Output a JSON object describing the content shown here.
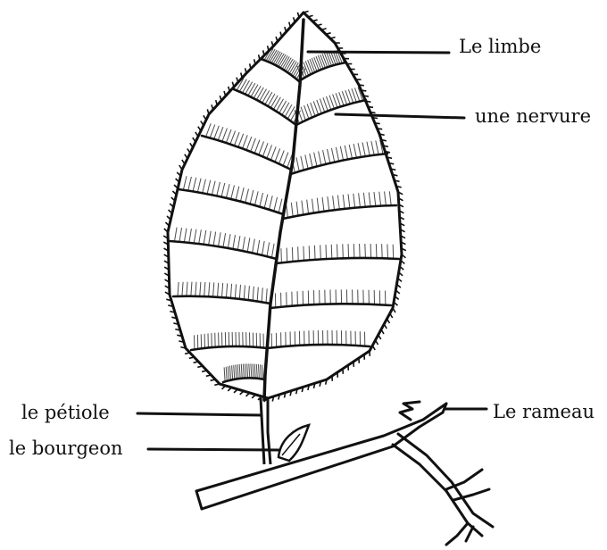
{
  "labels": {
    "limbe": "Le limbe",
    "nervure": "une nervure",
    "rameau": "Le rameau",
    "petiole": "le pétiole",
    "bourgeon": "le bourgeon"
  },
  "colors": {
    "ink": "#111111",
    "background": "#ffffff"
  }
}
